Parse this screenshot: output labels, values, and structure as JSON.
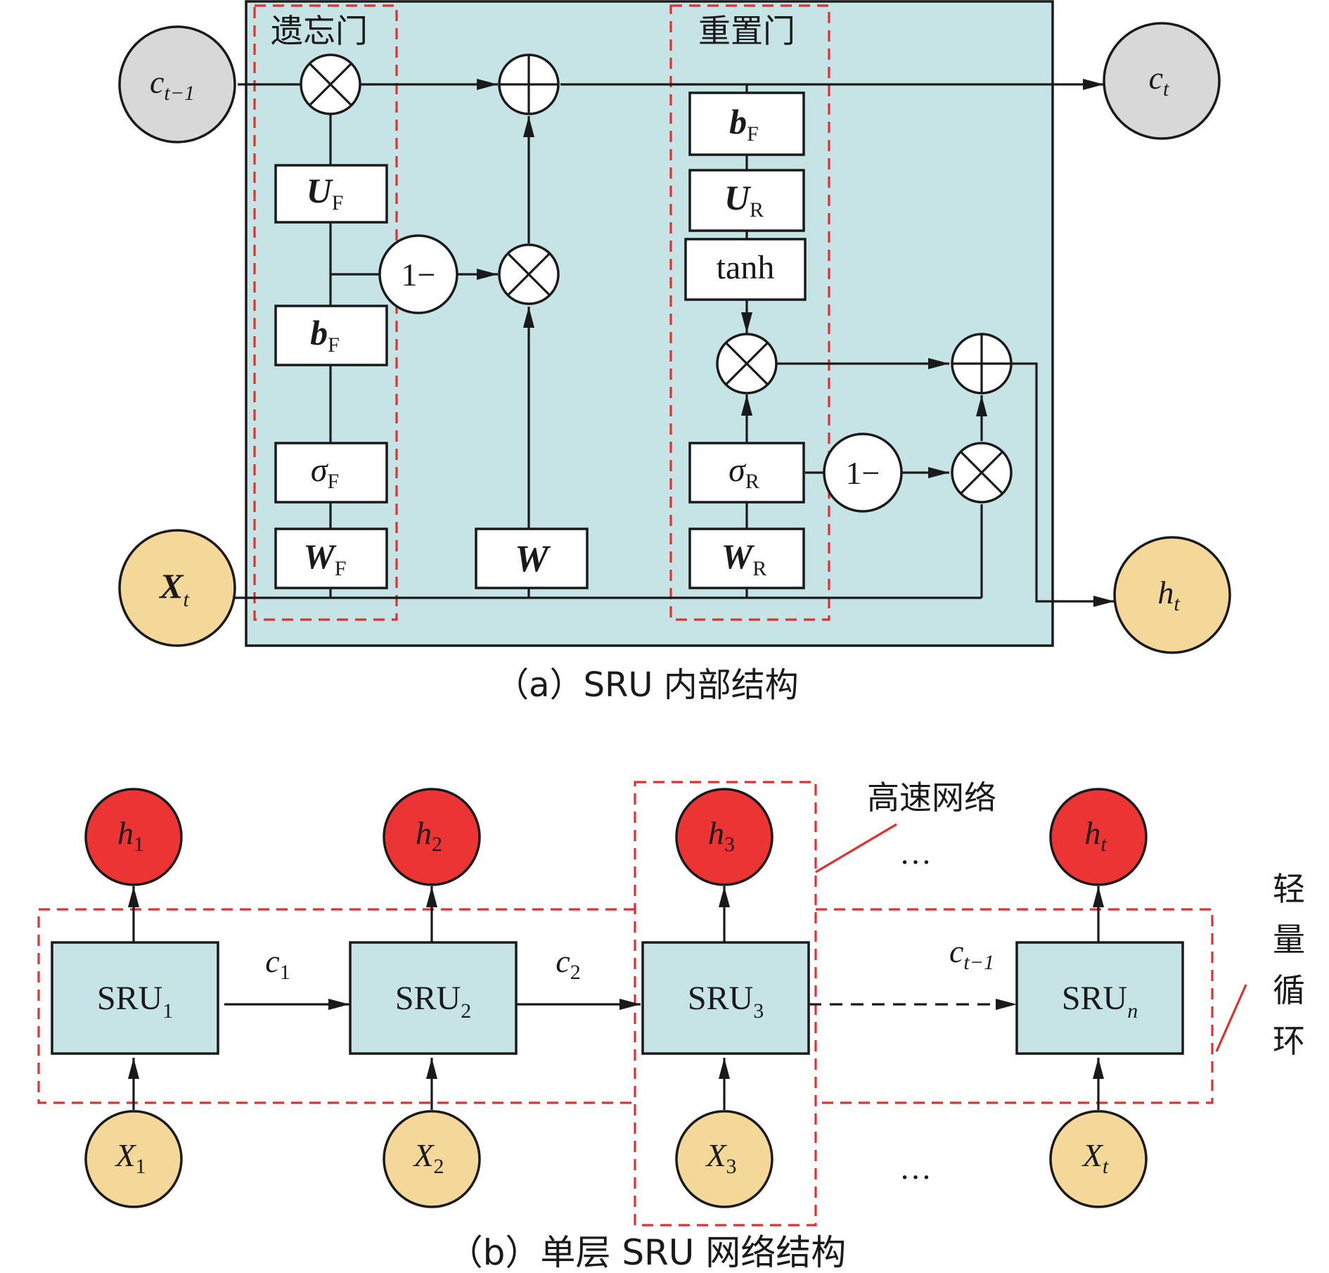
{
  "colors": {
    "panel": "#c6e3e6",
    "state_circle": "#d8d8d8",
    "input_circle": "#f4d89a",
    "output_circle": "#ec3434",
    "sru_box": "#c6e3e6",
    "gate_border": "#e03030",
    "line": "#1a1a1a"
  },
  "panel_a": {
    "caption": "（a）SRU 内部结构",
    "forget_gate_label": "遗忘门",
    "reset_gate_label": "重置门",
    "c_prev": {
      "main": "c",
      "sub": "t−1"
    },
    "c_t": {
      "main": "c",
      "sub": "t"
    },
    "x_t": {
      "main": "X",
      "sub": "t"
    },
    "h_t": {
      "main": "h",
      "sub": "t"
    },
    "one_minus": "1−",
    "tanh": "tanh",
    "W": "W",
    "forget_boxes": [
      {
        "main": "U",
        "sub": "F",
        "style": "bi"
      },
      {
        "main": "b",
        "sub": "F",
        "style": "bi"
      },
      {
        "main": "σ",
        "sub": "F",
        "style": "i"
      },
      {
        "main": "W",
        "sub": "F",
        "style": "bi"
      }
    ],
    "reset_boxes": [
      {
        "main": "b",
        "sub": "F",
        "style": "bi"
      },
      {
        "main": "U",
        "sub": "R",
        "style": "bi"
      },
      {
        "main": "σ",
        "sub": "R",
        "style": "i"
      },
      {
        "main": "W",
        "sub": "R",
        "style": "bi"
      }
    ]
  },
  "panel_b": {
    "caption": "（b）单层 SRU 网络结构",
    "highway_label": "高速网络",
    "light_recurrence_label": [
      "轻",
      "量",
      "循",
      "环"
    ],
    "ellipsis": "…",
    "cells": [
      {
        "sru_sub": "1",
        "h_sub": "1",
        "x_sub": "1",
        "sub_italic": false
      },
      {
        "sru_sub": "2",
        "h_sub": "2",
        "x_sub": "2",
        "sub_italic": false
      },
      {
        "sru_sub": "3",
        "h_sub": "3",
        "x_sub": "3",
        "sub_italic": false
      },
      {
        "sru_sub": "n",
        "h_sub": "t",
        "x_sub": "t",
        "sub_italic": true
      }
    ],
    "sru_main": "SRU",
    "h_main": "h",
    "x_main": "X",
    "c_labels": [
      {
        "main": "c",
        "sub": "1"
      },
      {
        "main": "c",
        "sub": "2"
      },
      {
        "main": "c",
        "sub": "t−1"
      }
    ]
  }
}
